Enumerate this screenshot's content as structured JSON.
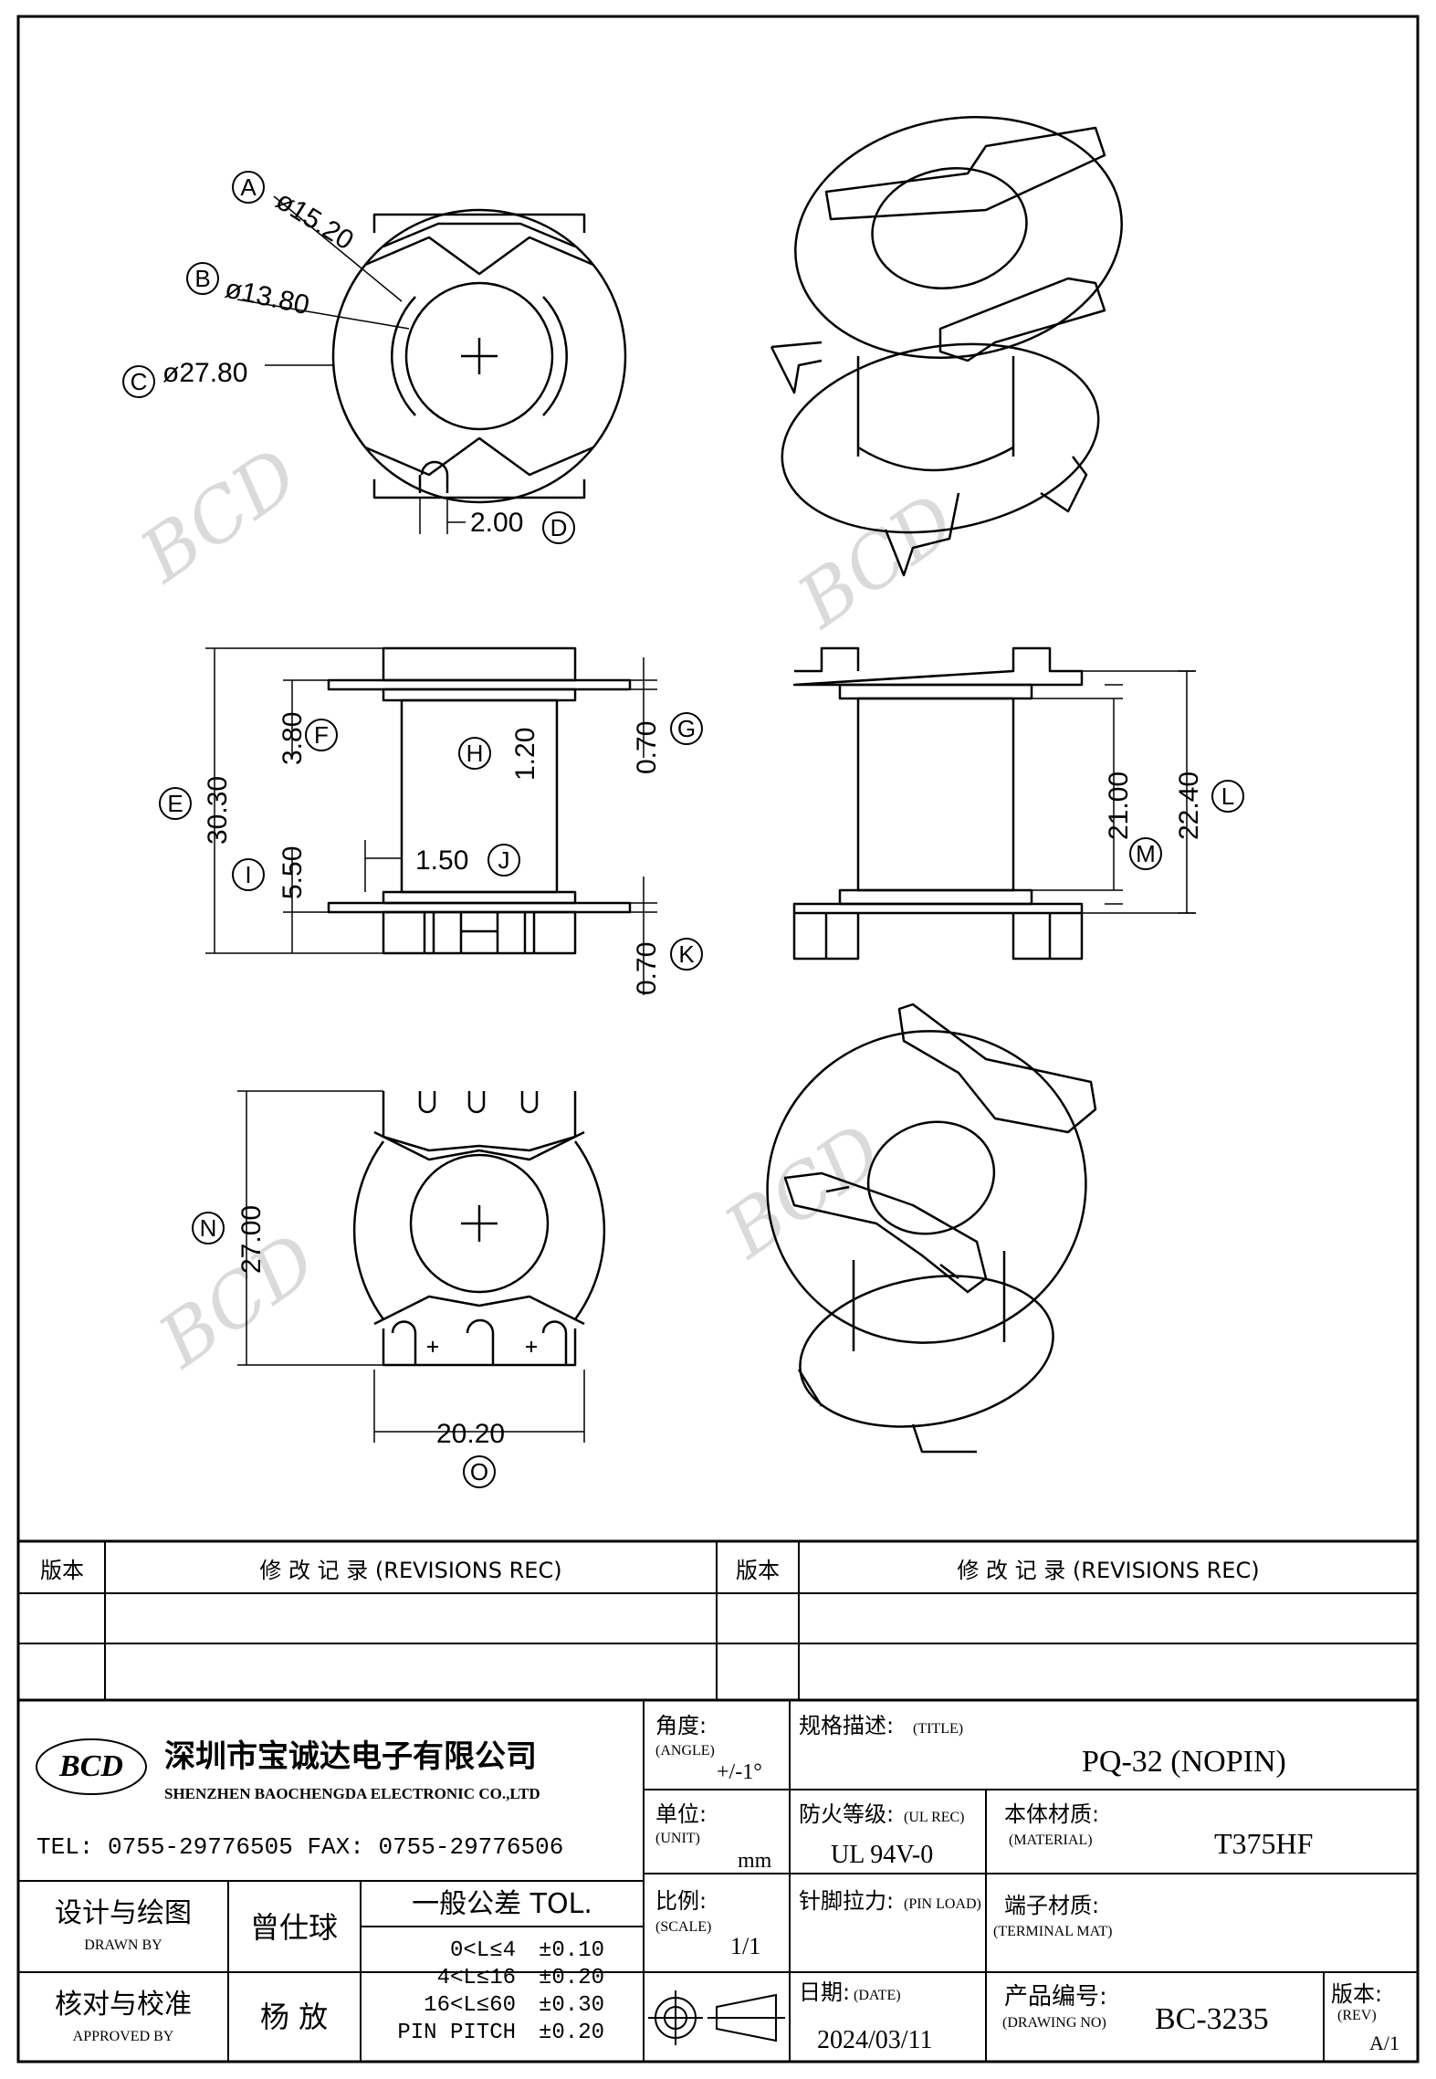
{
  "dims": {
    "A": "ø15.20",
    "B": "ø13.80",
    "C": "ø27.80",
    "D": "2.00",
    "E": "30.30",
    "F": "3.80",
    "G": "0.70",
    "H": "1.20",
    "I": "5.50",
    "J": "1.50",
    "K": "0.70",
    "L": "22.40",
    "M": "21.00",
    "N": "27.00",
    "O": "20.20"
  },
  "letters": [
    "A",
    "B",
    "C",
    "D",
    "E",
    "F",
    "G",
    "H",
    "I",
    "J",
    "K",
    "L",
    "M",
    "N",
    "O"
  ],
  "revision": {
    "version_label": "版本",
    "revisions_label": "修 改 记 录 (REVISIONS REC)"
  },
  "company": {
    "logo": "BCD",
    "name_cn": "深圳市宝诚达电子有限公司",
    "name_en": "SHENZHEN BAOCHENGDA ELECTRONIC CO.,LTD",
    "tel_fax": "TEL: 0755-29776505  FAX: 0755-29776506"
  },
  "angle": {
    "label": "角度:",
    "sub": "(ANGLE)",
    "value": "+/-1°"
  },
  "title": {
    "label": "规格描述:",
    "sub": "(TITLE)",
    "value": "PQ-32 (NOPIN)"
  },
  "unit": {
    "label": "单位:",
    "sub": "(UNIT)",
    "value": "mm"
  },
  "ul": {
    "label": "防火等级:",
    "sub": "(UL REC)",
    "value": "UL 94V-0"
  },
  "material": {
    "label": "本体材质:",
    "sub": "(MATERIAL)",
    "value": "T375HF"
  },
  "scale": {
    "label": "比例:",
    "sub": "(SCALE)",
    "value": "1/1"
  },
  "pin_load": {
    "label": "针脚拉力:",
    "sub": "(PIN LOAD)"
  },
  "terminal": {
    "label": "端子材质:",
    "sub": "(TERMINAL MAT)"
  },
  "drawn": {
    "label": "设计与绘图",
    "sub": "DRAWN BY",
    "name": "曾仕球"
  },
  "approved": {
    "label": "核对与校准",
    "sub": "APPROVED BY",
    "name": "杨 放"
  },
  "tolerance": {
    "label": "一般公差 TOL.",
    "rows": [
      {
        "range": "0<L≤4",
        "value": "±0.10"
      },
      {
        "range": "4<L≤16",
        "value": "±0.20"
      },
      {
        "range": "16<L≤60",
        "value": "±0.30"
      },
      {
        "range": "PIN PITCH",
        "value": "±0.20"
      }
    ]
  },
  "date": {
    "label": "日期:",
    "sub": "(DATE)",
    "value": "2024/03/11"
  },
  "drawing_no": {
    "label": "产品编号:",
    "sub": "(DRAWING NO)",
    "value": "BC-3235"
  },
  "rev": {
    "label": "版本:",
    "sub": "(REV)",
    "value": "A/1"
  }
}
